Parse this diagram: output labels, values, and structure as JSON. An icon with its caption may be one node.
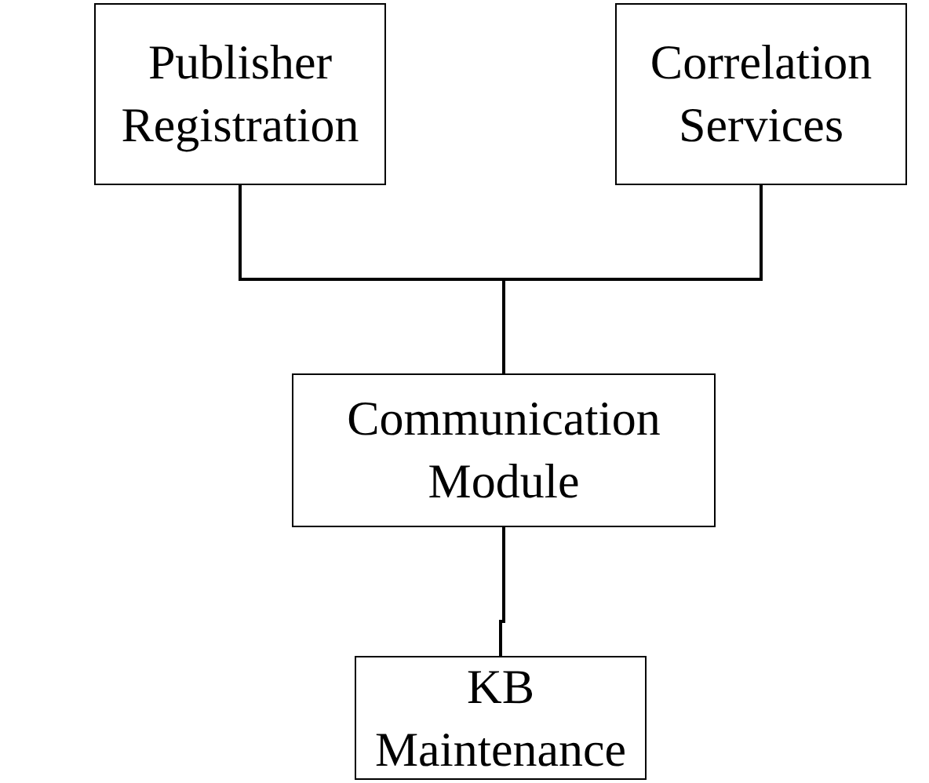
{
  "diagram": {
    "nodes": [
      {
        "text": [
          "Publisher Registration"
        ]
      },
      {
        "text": [
          "Correlation Services"
        ]
      },
      {
        "text": [
          "Communication Module"
        ]
      },
      {
        "text": [
          "KB Maintenance"
        ]
      }
    ],
    "edges": [
      {
        "from": 0,
        "to": 2,
        "arrow": "none"
      },
      {
        "from": 1,
        "to": 2,
        "arrow": "none"
      },
      {
        "from": 2,
        "to": 3,
        "arrow": "none"
      }
    ]
  }
}
